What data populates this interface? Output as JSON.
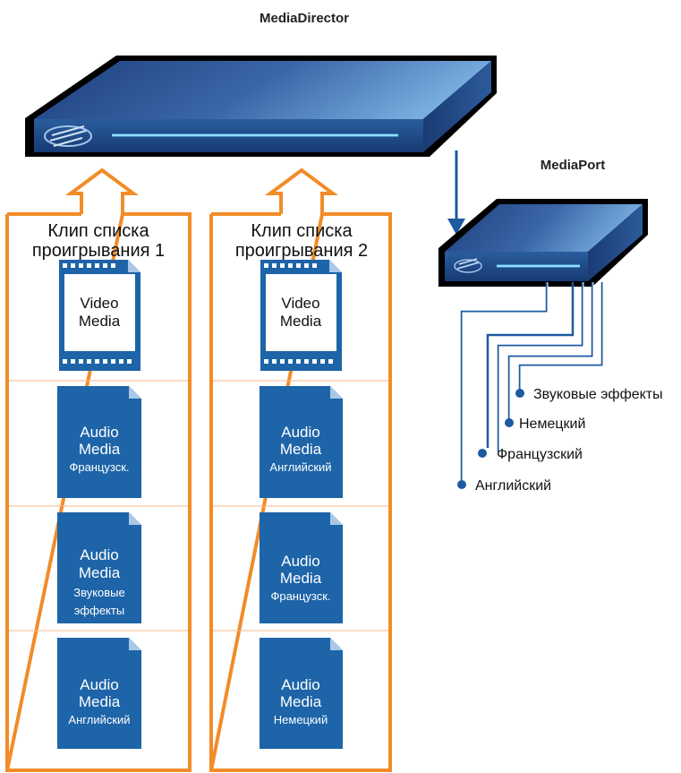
{
  "devices": {
    "director": {
      "label": "MediaDirector"
    },
    "port": {
      "label": "MediaPort"
    }
  },
  "playlists": [
    {
      "title_line1": "Клип списка",
      "title_line2": "проигрывания 1",
      "items": [
        {
          "kind": "video",
          "line1": "Video",
          "line2": "Media",
          "sub1": "",
          "sub2": ""
        },
        {
          "kind": "audio",
          "line1": "Audio",
          "line2": "Media",
          "sub1": "Французск.",
          "sub2": ""
        },
        {
          "kind": "audio",
          "line1": "Audio",
          "line2": "Media",
          "sub1": "Звуковые",
          "sub2": "эффекты"
        },
        {
          "kind": "audio",
          "line1": "Audio",
          "line2": "Media",
          "sub1": "Английский",
          "sub2": ""
        }
      ]
    },
    {
      "title_line1": "Клип списка",
      "title_line2": "проигрывания 2",
      "items": [
        {
          "kind": "video",
          "line1": "Video",
          "line2": "Media",
          "sub1": "",
          "sub2": ""
        },
        {
          "kind": "audio",
          "line1": "Audio",
          "line2": "Media",
          "sub1": "Английский",
          "sub2": ""
        },
        {
          "kind": "audio",
          "line1": "Audio",
          "line2": "Media",
          "sub1": "Французск.",
          "sub2": ""
        },
        {
          "kind": "audio",
          "line1": "Audio",
          "line2": "Media",
          "sub1": "Немецкий",
          "sub2": ""
        }
      ]
    }
  ],
  "outputs": [
    {
      "label": "Звуковые эффекты"
    },
    {
      "label": "Немецкий"
    },
    {
      "label": "Французский"
    },
    {
      "label": "Английский"
    }
  ],
  "colors": {
    "playlist_border": "#f28c28",
    "file_blue": "#1d64a8",
    "device_dark": "#1e3f7e",
    "device_light": "#6d9fd4",
    "wire": "#1e5aa0"
  }
}
